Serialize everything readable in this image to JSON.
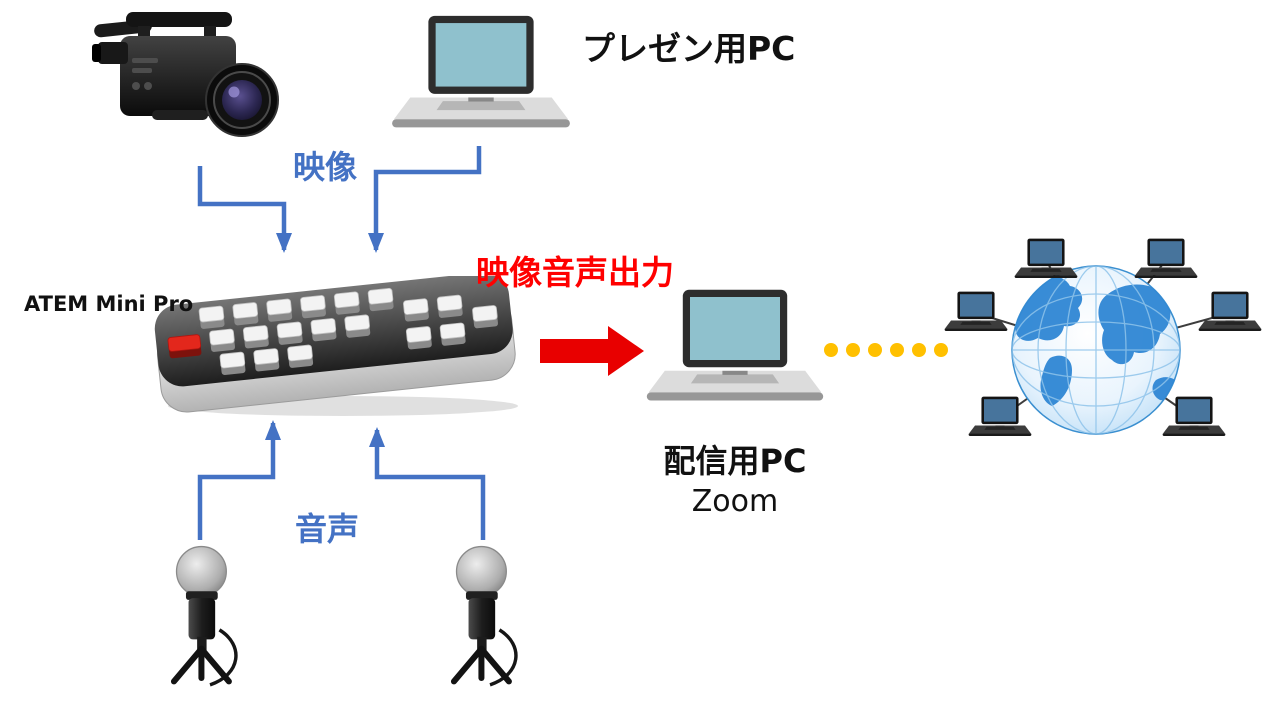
{
  "diagram": {
    "type": "flow-diagram",
    "background": "#ffffff",
    "labels": {
      "presentation_pc": "プレゼン用PC",
      "video_input": "映像",
      "av_output": "映像音声出力",
      "device_name": "ATEM Mini Pro",
      "streaming_pc": "配信用PC",
      "streaming_app": "Zoom",
      "audio_input": "音声"
    },
    "connections": [
      {
        "from": "video-camera",
        "to": "atem-mini-pro",
        "style": "blue-elbow-arrow",
        "group_label": "映像"
      },
      {
        "from": "presentation-pc",
        "to": "atem-mini-pro",
        "style": "blue-elbow-arrow",
        "group_label": "映像"
      },
      {
        "from": "microphone-left",
        "to": "atem-mini-pro",
        "style": "blue-elbow-arrow",
        "group_label": "音声"
      },
      {
        "from": "microphone-right",
        "to": "atem-mini-pro",
        "style": "blue-elbow-arrow",
        "group_label": "音声"
      },
      {
        "from": "atem-mini-pro",
        "to": "streaming-pc",
        "style": "red-block-arrow",
        "group_label": "映像音声出力"
      },
      {
        "from": "streaming-pc",
        "to": "internet-globe",
        "style": "orange-dotted-line",
        "group_label": ""
      }
    ],
    "icons": [
      "video-camera-icon",
      "laptop-icon",
      "atem-switcher-icon",
      "microphone-icon",
      "globe-icon",
      "remote-laptop-icon"
    ]
  },
  "colors": {
    "blue": "#4472C4",
    "red_text": "#FF0000",
    "red_arrow": "#E80000",
    "orange": "#FFC000",
    "screen_teal": "#8FC1CD",
    "globe_blue": "#2E86D4"
  }
}
